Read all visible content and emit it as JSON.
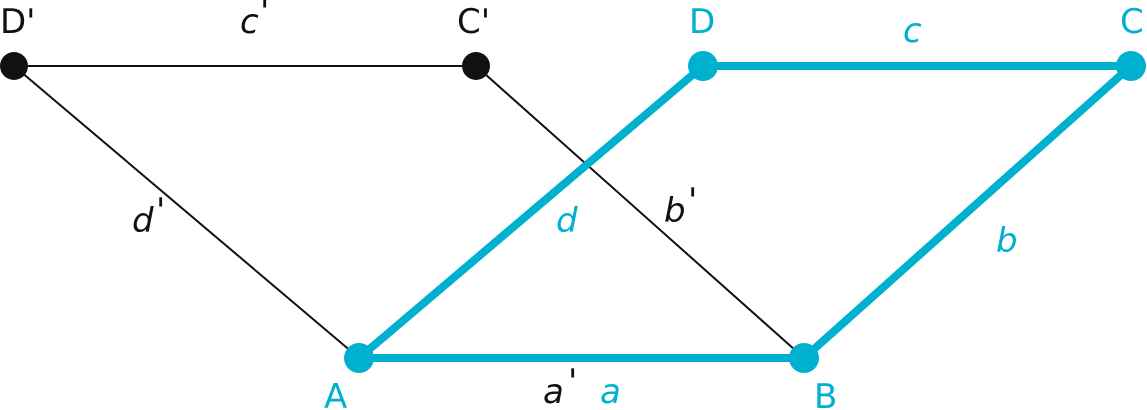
{
  "colors": {
    "original": "#111111",
    "image": "#00b0cf"
  },
  "original_shape": {
    "vertices": {
      "D": "D'",
      "C": "C'"
    },
    "sides": {
      "c": "c",
      "d": "d",
      "b": "b",
      "a": "a",
      "prime": "'"
    }
  },
  "image_shape": {
    "vertices": {
      "A": "A",
      "B": "B",
      "C": "C",
      "D": "D"
    },
    "sides": {
      "a": "a",
      "b": "b",
      "c": "c",
      "d": "d"
    }
  }
}
